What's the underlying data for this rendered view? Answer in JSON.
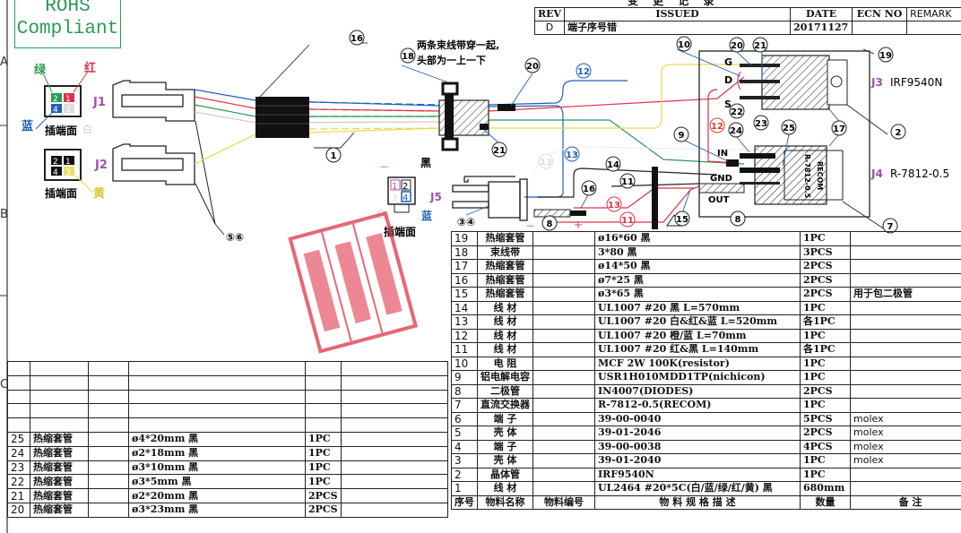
{
  "rohs": {
    "line1": "ROHS",
    "line2": "Compliant"
  },
  "margin_letters": [
    "A",
    "B",
    "C"
  ],
  "revision": {
    "title": "变 更 记 录",
    "headers": [
      "REV",
      "ISSUED",
      "DATE",
      "ECN NO",
      "REMARK"
    ],
    "rows": [
      [
        "D",
        "端子序号错",
        "20171127",
        "",
        ""
      ]
    ]
  },
  "labels": {
    "j1": "J1",
    "j2": "J2",
    "j5": "J5",
    "j3": "J3",
    "j3_part": "IRF9540N",
    "j4": "J4",
    "j4_part": "R-7812-0.5",
    "mating_face": "插端面",
    "green": "绿",
    "red": "红",
    "blue": "蓝",
    "white": "白",
    "yellow": "黄",
    "black": "黑",
    "minus": "－",
    "plus": "+",
    "note_line1": "两条束线带穿一起,",
    "note_line2": "头部为一上一下",
    "pin_g": "G",
    "pin_d": "D",
    "pin_s": "S",
    "pin_in": "IN",
    "pin_gnd": "GND",
    "pin_out": "OUT",
    "reg_text": "R-7812-0.5",
    "reg_brand": "RECOM",
    "j1_pins": [
      "2",
      "1",
      "4",
      "3"
    ],
    "j2_pins": [
      "2",
      "1",
      "4",
      "3"
    ],
    "j5_pins": [
      "1",
      "2",
      "3",
      "4"
    ]
  },
  "balloons": {
    "b16a": "16",
    "b18": "18",
    "b20a": "20",
    "b12a": "12",
    "b10": "10",
    "b20b": "20",
    "b21a": "21",
    "b19": "19",
    "b2": "2",
    "b17": "17",
    "b25": "25",
    "b24": "24",
    "b22": "22",
    "b23": "23",
    "b12b": "12",
    "b9": "9",
    "b1": "1",
    "b21b": "21",
    "b13a": "13",
    "b13b": "13",
    "b14": "14",
    "b11a": "11",
    "b16b": "16",
    "b13c": "13",
    "b11b": "11",
    "b15": "15",
    "b8a": "8",
    "b8b": "8",
    "b34": "③④",
    "b7": "7",
    "b56": "⑤⑥"
  },
  "bom": {
    "headers": [
      "序号",
      "物料名称",
      "物料编号",
      "物 料 规 格 描 述",
      "数量",
      "备        注"
    ],
    "rows": [
      [
        "19",
        "热缩套管",
        "",
        "ø16*60 黑",
        "1PC",
        ""
      ],
      [
        "18",
        "束线带",
        "",
        "3*80 黑",
        "3PCS",
        ""
      ],
      [
        "17",
        "热缩套管",
        "",
        "ø14*50 黑",
        "2PCS",
        ""
      ],
      [
        "16",
        "热缩套管",
        "",
        "ø7*25 黑",
        "2PCS",
        ""
      ],
      [
        "15",
        "热缩套管",
        "",
        "ø3*65 黑",
        "2PCS",
        "用于包二极管"
      ],
      [
        "14",
        "线 材",
        "",
        "UL1007 #20  黑 L=570mm",
        "1PC",
        ""
      ],
      [
        "13",
        "线 材",
        "",
        "UL1007 #20  白&红&蓝 L=520mm",
        "各1PC",
        ""
      ],
      [
        "12",
        "线 材",
        "",
        "UL1007 #20  橙/蓝 L=70mm",
        "1PC",
        ""
      ],
      [
        "11",
        "线 材",
        "",
        "UL1007 #20  红&黑 L=140mm",
        "各1PC",
        ""
      ],
      [
        "10",
        "电 阻",
        "",
        "MCF 2W 100K(resistor)",
        "1PC",
        ""
      ],
      [
        "9",
        "铝电解电容",
        "",
        "USR1H010MDD1TP(nichicon)",
        "1PC",
        ""
      ],
      [
        "8",
        "二极管",
        "",
        "IN4007(DIODES)",
        "2PCS",
        ""
      ],
      [
        "7",
        "直流交换器",
        "",
        "R-7812-0.5(RECOM)",
        "1PC",
        ""
      ],
      [
        "6",
        "端 子",
        "",
        "39-00-0040",
        "5PCS",
        "molex"
      ],
      [
        "5",
        "壳 体",
        "",
        "39-01-2046",
        "2PCS",
        "molex"
      ],
      [
        "4",
        "端 子",
        "",
        "39-00-0038",
        "4PCS",
        "molex"
      ],
      [
        "3",
        "壳 体",
        "",
        "39-01-2040",
        "1PC",
        "molex"
      ],
      [
        "2",
        "晶体管",
        "",
        "IRF9540N",
        "1PC",
        ""
      ],
      [
        "1",
        "线 材",
        "",
        "UL2464 #20*5C(白/蓝/绿/红/黄) 黑",
        "680mm",
        ""
      ]
    ]
  },
  "left_bom": {
    "rows": [
      [
        "25",
        "热缩套管",
        "",
        "ø4*20mm 黑",
        "1PC",
        ""
      ],
      [
        "24",
        "热缩套管",
        "",
        "ø2*18mm 黑",
        "1PC",
        ""
      ],
      [
        "23",
        "热缩套管",
        "",
        "ø3*10mm 黑",
        "1PC",
        ""
      ],
      [
        "22",
        "热缩套管",
        "",
        "ø3*5mm 黑",
        "1PC",
        ""
      ],
      [
        "21",
        "热缩套管",
        "",
        "ø2*20mm 黑",
        "2PCS",
        ""
      ],
      [
        "20",
        "热缩套管",
        "",
        "ø3*23mm 黑",
        "2PCS",
        ""
      ]
    ]
  },
  "colors": {
    "blue": "#1f5fb8",
    "red": "#e0304a",
    "green": "#2a9a55",
    "yellow": "#e8d94a",
    "magenta": "#b04aa8"
  }
}
